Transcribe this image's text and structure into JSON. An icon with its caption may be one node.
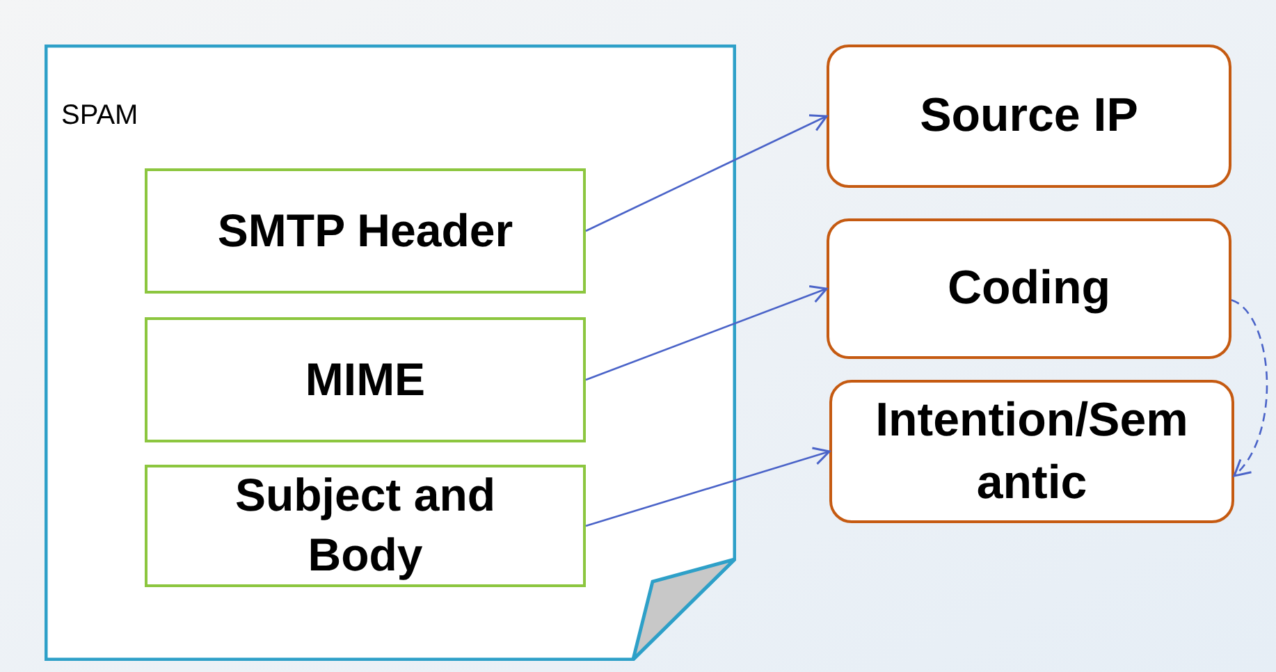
{
  "diagram": {
    "nodes": [
      {
        "text": [
          "SPAM"
        ]
      },
      {
        "text": [
          "SMTP Header"
        ],
        "in": 0
      },
      {
        "text": [
          "MIME"
        ],
        "in": 0
      },
      {
        "text": [
          "Subject and Body"
        ],
        "in": 0
      },
      {
        "text": [
          "Source IP"
        ]
      },
      {
        "text": [
          "Coding"
        ]
      },
      {
        "text": [
          "Intention/Sem antic"
        ]
      }
    ],
    "edges": [
      {
        "from": 1,
        "to": 4,
        "arrow": "to"
      },
      {
        "from": 2,
        "to": 5,
        "arrow": "to"
      },
      {
        "from": 3,
        "to": 6,
        "arrow": "to"
      },
      {
        "from": 5,
        "to": 6,
        "arrow": "to",
        "style": "dashed"
      }
    ]
  }
}
